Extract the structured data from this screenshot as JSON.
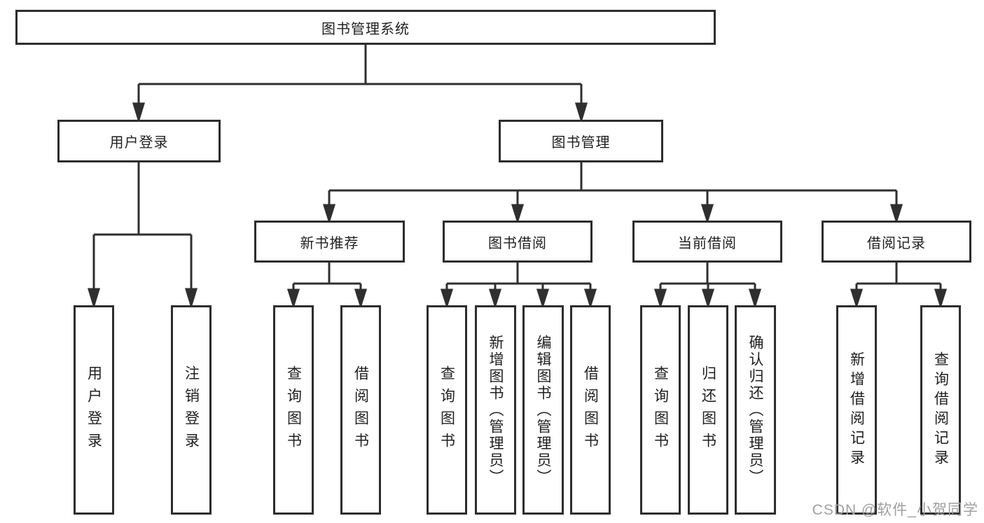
{
  "tree": {
    "label": "图书管理系统",
    "children": [
      {
        "label": "用户登录",
        "children": [
          {
            "label": "用户登录"
          },
          {
            "label": "注销登录"
          }
        ]
      },
      {
        "label": "图书管理",
        "children": [
          {
            "label": "新书推荐",
            "children": [
              {
                "label": "查询图书"
              },
              {
                "label": "借阅图书"
              }
            ]
          },
          {
            "label": "图书借阅",
            "children": [
              {
                "label": "查询图书"
              },
              {
                "label": "新增图书（管理员）"
              },
              {
                "label": "编辑图书（管理员）"
              },
              {
                "label": "借阅图书"
              }
            ]
          },
          {
            "label": "当前借阅",
            "children": [
              {
                "label": "查询图书"
              },
              {
                "label": "归还图书"
              },
              {
                "label": "确认归还（管理员）"
              }
            ]
          },
          {
            "label": "借阅记录",
            "children": [
              {
                "label": "新增借阅记录"
              },
              {
                "label": "查询借阅记录"
              }
            ]
          }
        ]
      }
    ]
  },
  "watermark": {
    "text": "CSDN @软件_小贺同学"
  },
  "colors": {
    "line": "#2f2f2f",
    "border": "#2d2d2d",
    "text": "#1f1f1f",
    "watermark": "#a0a0a0",
    "background": "#ffffff"
  }
}
